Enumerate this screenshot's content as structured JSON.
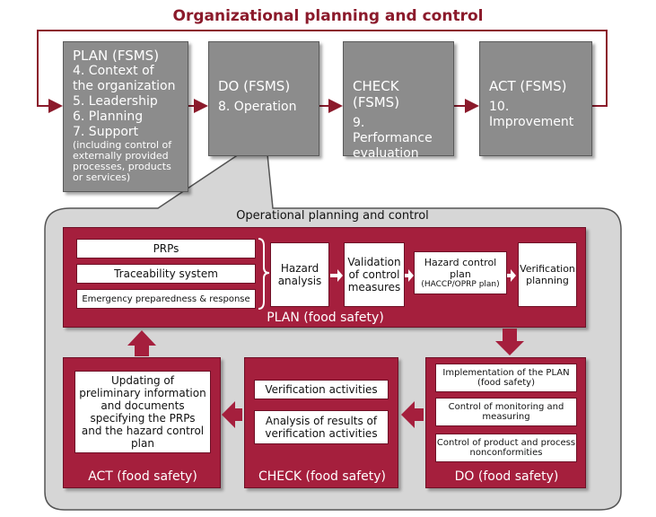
{
  "title": "Organizational planning and control",
  "fsms": {
    "plan": {
      "head": "PLAN (FSMS)",
      "items": [
        "4. Context of the organization",
        "5. Leadership",
        "6. Planning",
        "7. Support"
      ],
      "note": "(including control of externally provided processes, products or services)"
    },
    "do": {
      "head": "DO (FSMS)",
      "items": [
        "8. Operation"
      ]
    },
    "check": {
      "head": "CHECK (FSMS)",
      "items": [
        "9. Performance evaluation"
      ]
    },
    "act": {
      "head": "ACT (FSMS)",
      "items": [
        "10. Improvement"
      ]
    }
  },
  "operational": {
    "title": "Operational planning and control",
    "plan": {
      "label": "PLAN (food safety)",
      "inputs": [
        "PRPs",
        "Traceability system",
        "Emergency preparedness & response"
      ],
      "steps": [
        "Hazard analysis",
        "Validation of control measures",
        "Hazard control plan",
        "Verification planning"
      ],
      "hazard_plan_sub": "(HACCP/OPRP plan)"
    },
    "do": {
      "label": "DO (food safety)",
      "items": [
        "Implementation of the PLAN (food safety)",
        "Control of monitoring and measuring",
        "Control of product and process nonconformities"
      ]
    },
    "check": {
      "label": "CHECK (food safety)",
      "items": [
        "Verification activities",
        "Analysis of results of verification activities"
      ]
    },
    "act": {
      "label": "ACT (food safety)",
      "text": "Updating of preliminary information and documents specifying the PRPs and the hazard control plan"
    }
  },
  "colors": {
    "accent": "#a51f3d",
    "box_gray": "#8c8c8c",
    "title": "#8b1a2b"
  }
}
